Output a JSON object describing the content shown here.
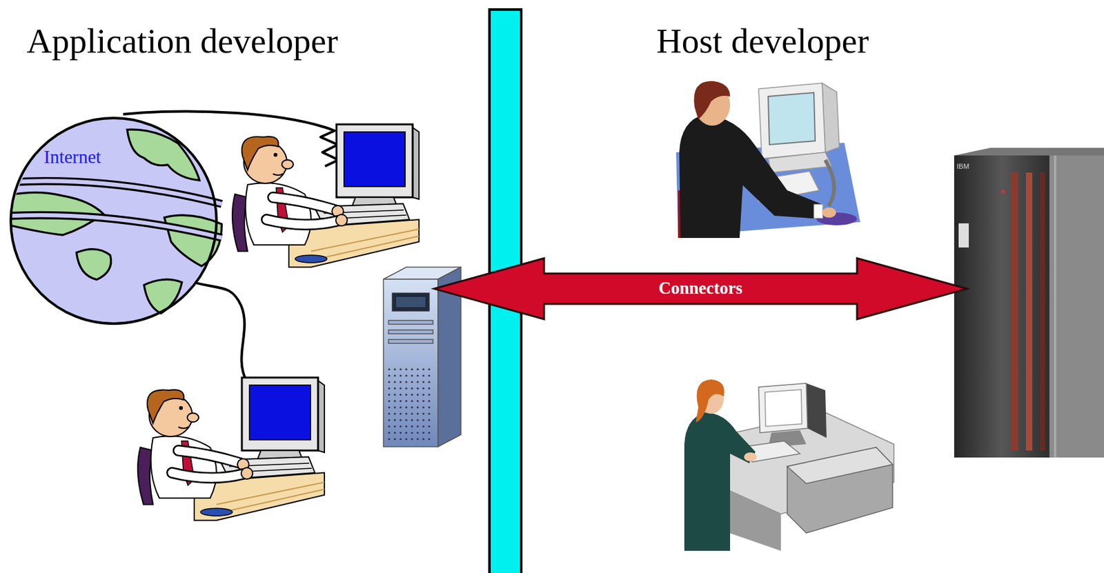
{
  "diagram": {
    "nodes": [
      {
        "text": [
          "Internet"
        ]
      },
      {
        "text": [
          "Connectors"
        ]
      }
    ],
    "labels": [
      "Application developer",
      "Host developer",
      "IBM"
    ]
  }
}
